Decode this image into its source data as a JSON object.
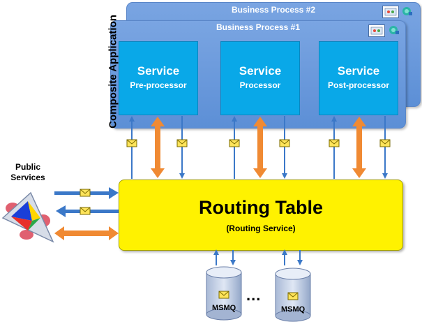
{
  "composite_label": "Composite Application",
  "business_processes": [
    {
      "title": "Business Process #2"
    },
    {
      "title": "Business Process #1"
    }
  ],
  "services": [
    {
      "title": "Service",
      "subtitle": "Pre-processor"
    },
    {
      "title": "Service",
      "subtitle": "Processor"
    },
    {
      "title": "Service",
      "subtitle": "Post-processor"
    }
  ],
  "routing_table": {
    "title": "Routing Table",
    "subtitle": "(Routing Service)"
  },
  "public_services": {
    "label": "Public Services"
  },
  "queues": [
    {
      "label": "MSMQ"
    },
    {
      "label": "MSMQ"
    }
  ],
  "ellipsis": "...",
  "colors": {
    "panel_blue": "#6b9be0",
    "service_blue": "#09a8e8",
    "routing_yellow": "#fff200",
    "arrow_blue": "#3b78c8",
    "arrow_orange": "#f08a33",
    "envelope_yellow": "#ffe45a"
  },
  "icons": [
    "mail-envelope-icon",
    "workflow-thumbnail-icon",
    "globe-network-icon",
    "prism-icon",
    "database-cylinder-icon"
  ]
}
